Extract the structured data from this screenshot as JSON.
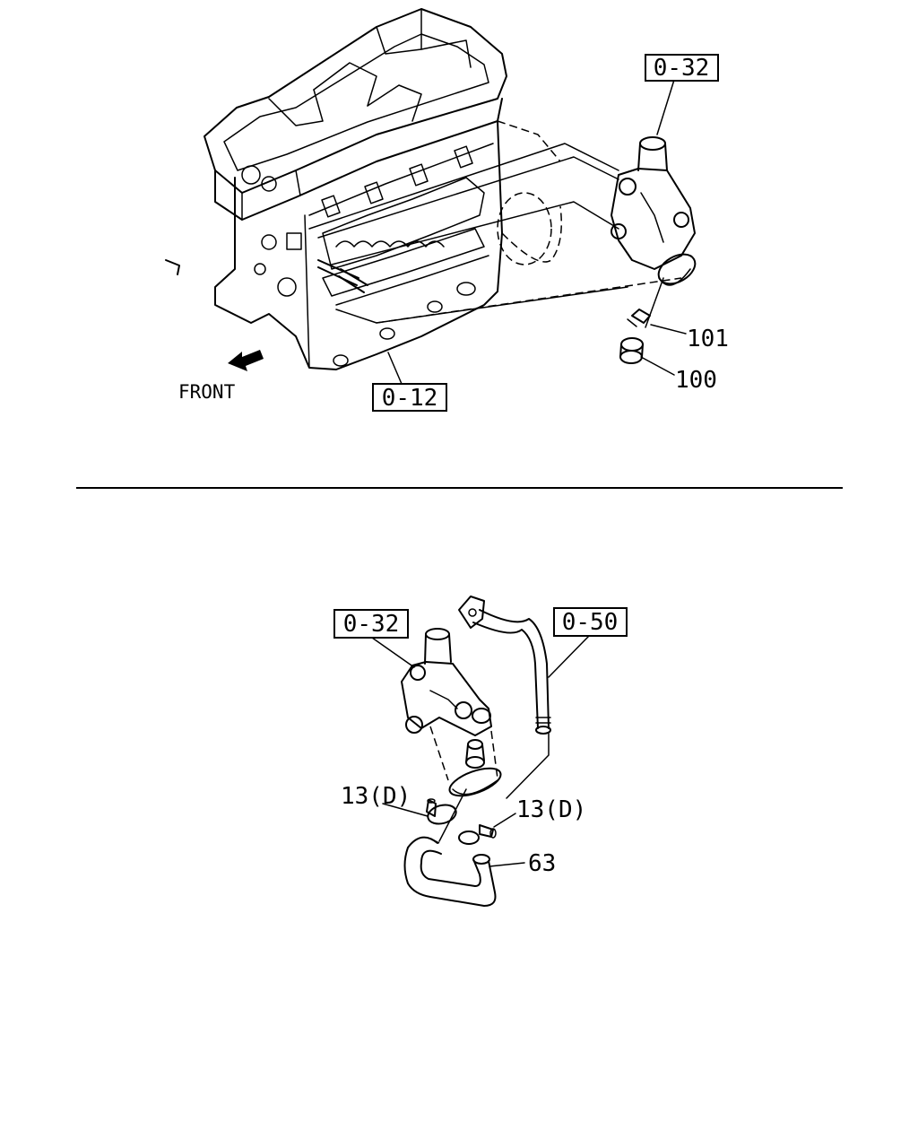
{
  "top_view": {
    "direction_label": "FRONT",
    "ref_labels": {
      "thermostat_housing": "0-32",
      "cylinder_block": "0-12"
    },
    "callouts": {
      "clip": "101",
      "hose": "100"
    }
  },
  "bottom_view": {
    "ref_labels": {
      "thermostat_housing": "0-32",
      "water_pipe": "0-50"
    },
    "callouts": {
      "clamp_left": "13(D)",
      "clamp_right": "13(D)",
      "water_hose": "63"
    }
  }
}
